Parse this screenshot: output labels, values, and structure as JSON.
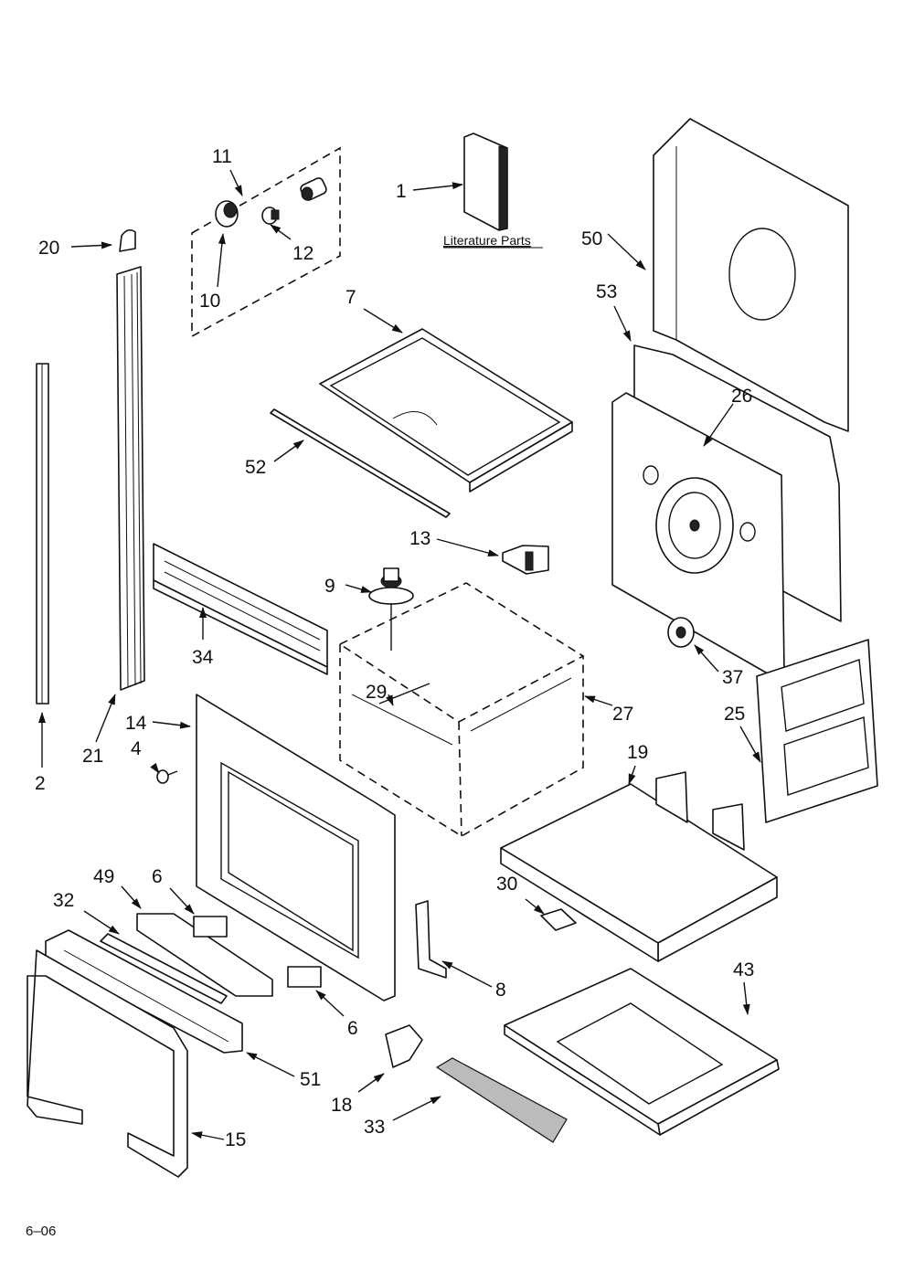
{
  "diagram": {
    "literature_label": "Literature Parts",
    "footer_code": "6–06",
    "callouts": {
      "p1": "1",
      "p2": "2",
      "p4": "4",
      "p6a": "6",
      "p6b": "6",
      "p7": "7",
      "p8": "8",
      "p9": "9",
      "p10": "10",
      "p11": "11",
      "p12": "12",
      "p13": "13",
      "p14": "14",
      "p15": "15",
      "p18": "18",
      "p19": "19",
      "p20": "20",
      "p21": "21",
      "p25": "25",
      "p26": "26",
      "p27": "27",
      "p29": "29",
      "p30": "30",
      "p32": "32",
      "p33": "33",
      "p34": "34",
      "p37": "37",
      "p43": "43",
      "p49": "49",
      "p50": "50",
      "p51": "51",
      "p52": "52",
      "p53": "53"
    }
  }
}
